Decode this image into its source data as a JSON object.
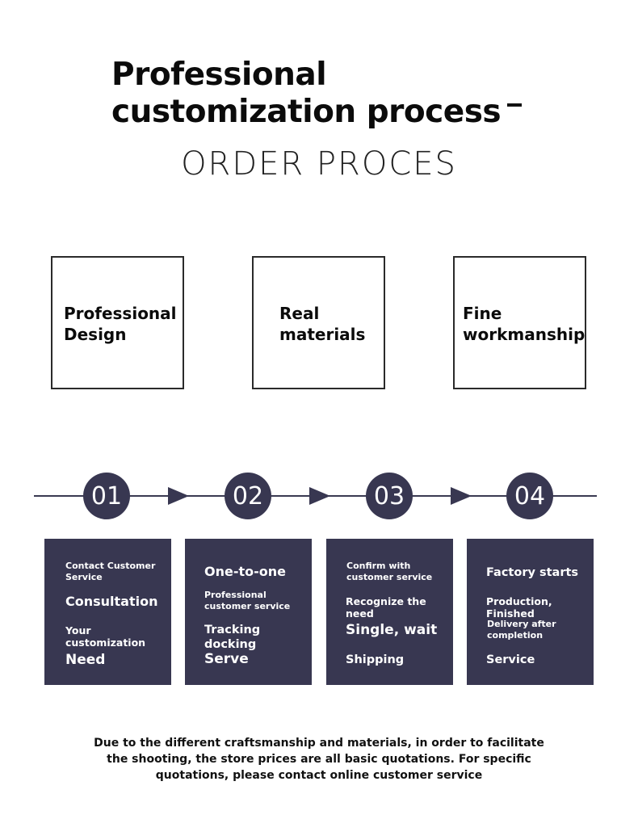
{
  "header": {
    "title_line1": "Professional",
    "title_line2": "customization process",
    "dash": "-",
    "subtitle": "ORDER PROCES"
  },
  "features": [
    {
      "label": "Professional\nDesign"
    },
    {
      "label": "Real\nmaterials"
    },
    {
      "label": "Fine\nworkmanship"
    }
  ],
  "steps": [
    {
      "number": "01",
      "lines": [
        "Contact Customer\nService",
        "Consultation",
        "Your customization",
        "Need"
      ]
    },
    {
      "number": "02",
      "lines": [
        "One-to-one",
        "Professional\ncustomer service",
        "Tracking docking",
        "Serve"
      ]
    },
    {
      "number": "03",
      "lines": [
        "Confirm with\ncustomer service",
        "Recognize the need",
        "Single, wait",
        "Shipping"
      ]
    },
    {
      "number": "04",
      "lines": [
        "Factory starts",
        "Production, Finished",
        "Delivery after\ncompletion",
        "Service"
      ]
    }
  ],
  "footer": {
    "note": "Due to the different craftsmanship and materials, in order to facilitate\nthe shooting, the store prices are all basic quotations. For specific\nquotations, please contact online customer service"
  },
  "colors": {
    "accent": "#383751",
    "text": "#0b0b0b",
    "background": "#ffffff"
  },
  "icons": [
    "arrow-right-icon"
  ]
}
